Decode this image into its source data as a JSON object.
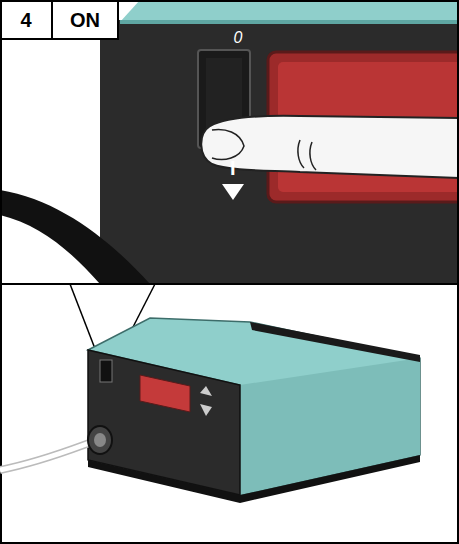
{
  "diagram": {
    "labels": [
      "4",
      "ON",
      "0",
      "I"
    ]
  }
}
